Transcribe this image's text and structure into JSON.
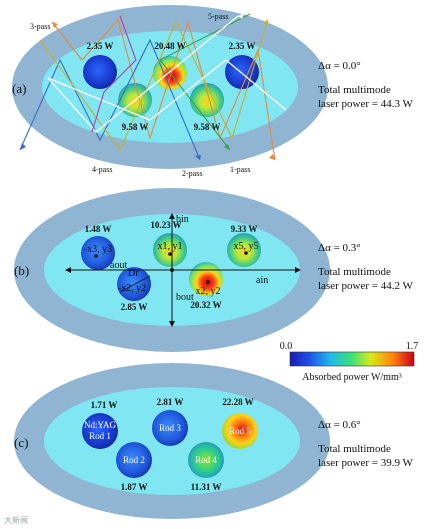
{
  "panels": [
    {
      "label": "(a)",
      "delta": "Δα = 0.0°",
      "power_line1": "Total multimode",
      "power_line2": "laser power = 44.3 W",
      "rod_powers": [
        "2.35 W",
        "20.48 W",
        "2.35 W",
        "9.58 W",
        "9.58 W"
      ],
      "pass_labels": [
        "3-pass",
        "5-pass",
        "4-pass",
        "2-pass",
        "1-pass"
      ]
    },
    {
      "label": "(b)",
      "delta": "Δα = 0.3°",
      "power_line1": "Total multimode",
      "power_line2": "laser power = 44.2 W",
      "rod_powers": [
        "1.48 W",
        "10.23 W",
        "9.33 W",
        "2.85 W",
        "20.32 W"
      ],
      "rod_coords": [
        "-x3, y3",
        "x1, y1",
        "x5, y5",
        "-x2, y2",
        "x2, y2"
      ],
      "axis_labels": {
        "b_in": "bin",
        "b_out": "bout",
        "a_in": "ain",
        "a_out": "aout",
        "d_r": "Dr"
      }
    },
    {
      "label": "(c)",
      "delta": "Δα = 0.6°",
      "power_line1": "Total multimode",
      "power_line2": "laser power = 39.9 W",
      "rod_powers": [
        "1.71 W",
        "2.81 W",
        "22.28 W",
        "1.87 W",
        "11.31 W"
      ],
      "rod_names": [
        "Nd:YAG",
        "Rod 1",
        "Rod 3",
        "Rod 5",
        "Rod 2",
        "Rod 4"
      ]
    }
  ],
  "colorbar": {
    "min": "0.0",
    "max": "1.7",
    "title": "Absorbed power W/mm³"
  },
  "watermark": "大新闻",
  "colors": {
    "outer_ellipse": "#8fb5d3",
    "inner_ellipse": "#7fe6f2",
    "low": "#1f3fd6",
    "high": "#d8141a"
  }
}
